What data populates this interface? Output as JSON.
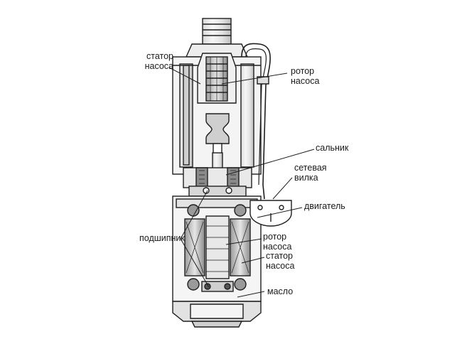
{
  "labels": {
    "pump_stator": {
      "line1": "статор",
      "line2": "насоса"
    },
    "pump_rotor": {
      "line1": "ротор",
      "line2": "насоса"
    },
    "seal": "сальник",
    "mains_plug": {
      "line1": "сетевая",
      "line2": "вилка"
    },
    "motor": "двигатель",
    "bearing": "подшипник",
    "motor_rotor": {
      "line1": "ротор",
      "line2": "насоса"
    },
    "motor_stator": {
      "line1": "статор",
      "line2": "насоса"
    },
    "oil": "масло"
  },
  "colors": {
    "line": "#1f1f1f",
    "fill_light": "#eeeeee",
    "fill_mid": "#cfcfcf",
    "fill_dark": "#8a8a8a",
    "background": "#ffffff"
  }
}
